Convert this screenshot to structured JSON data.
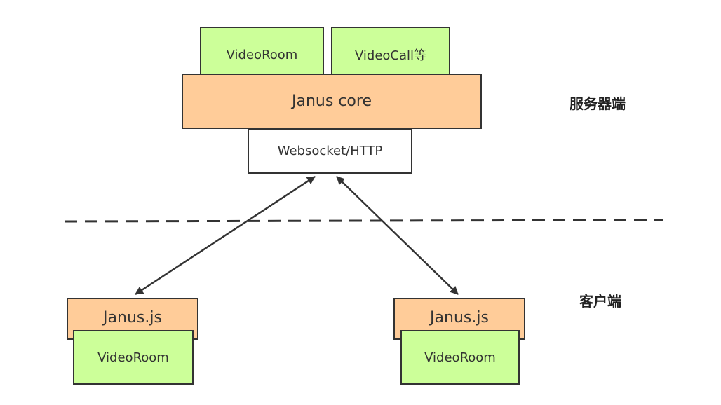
{
  "server": {
    "plugins": [
      "VideoRoom",
      "VideoCall等"
    ],
    "core": "Janus core",
    "transport": "Websocket/HTTP",
    "label": "服务器端"
  },
  "client": {
    "label": "客户端",
    "instances": [
      {
        "lib": "Janus.js",
        "plugin": "VideoRoom"
      },
      {
        "lib": "Janus.js",
        "plugin": "VideoRoom"
      }
    ]
  },
  "colors": {
    "plugin_fill": "#ccff99",
    "core_fill": "#ffcc99",
    "transport_fill": "#ffffff",
    "border": "#333333"
  }
}
